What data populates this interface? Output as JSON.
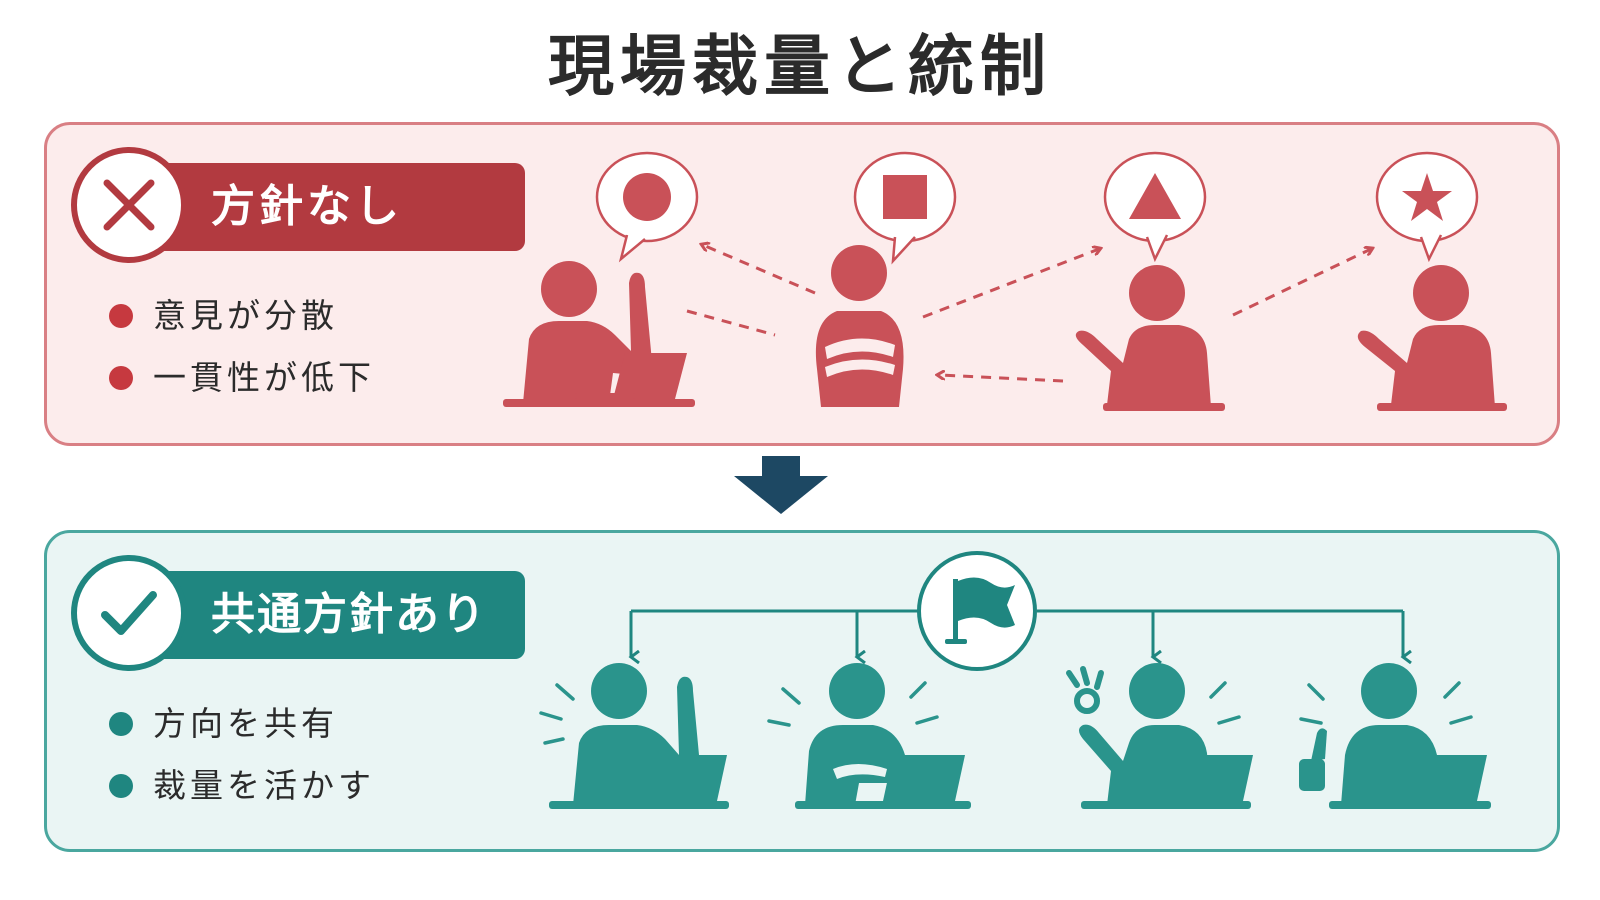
{
  "title": "現場裁量と統制",
  "without_policy": {
    "label": "方針なし",
    "bullets": [
      "意見が分散",
      "一貫性が低下"
    ],
    "shapes": [
      "circle",
      "square",
      "triangle",
      "star"
    ]
  },
  "with_policy": {
    "label": "共通方針あり",
    "bullets": [
      "方向を共有",
      "裁量を活かす"
    ],
    "icon": "flag-icon"
  },
  "colors": {
    "bad_accent": "#b23a40",
    "bad_figure": "#c95158",
    "good_accent": "#1f8680",
    "good_figure": "#2a948c",
    "arrow": "#1d4863"
  }
}
